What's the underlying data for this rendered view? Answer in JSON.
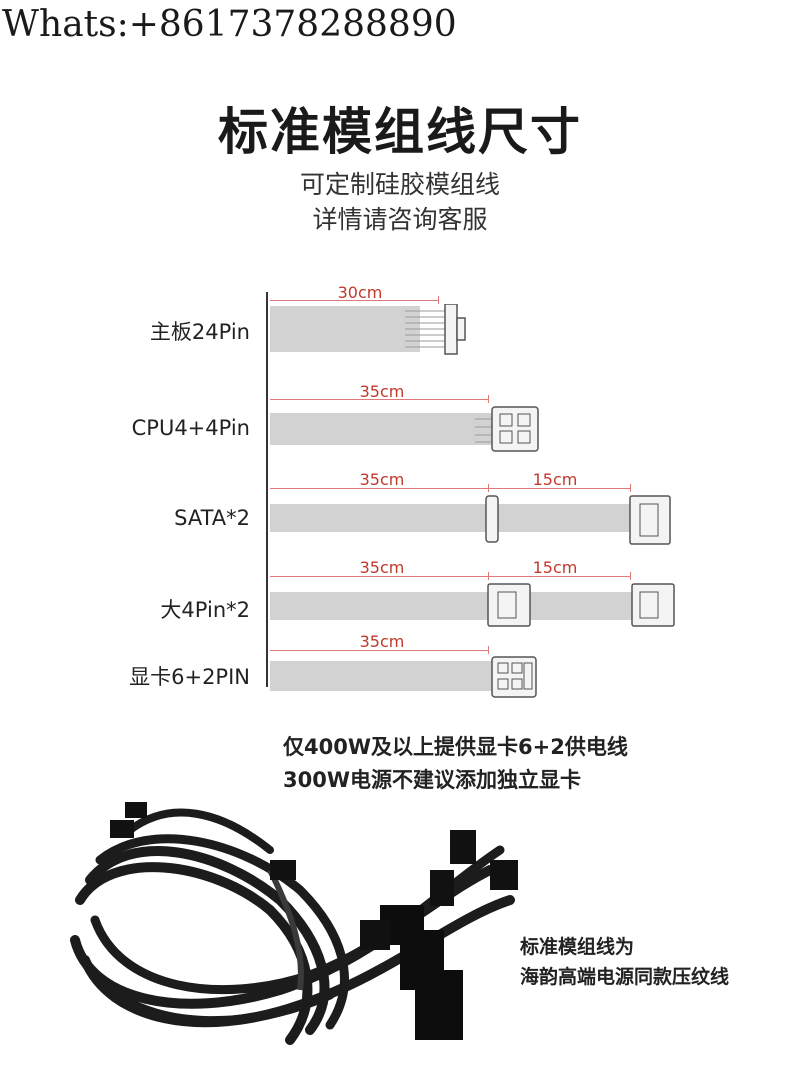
{
  "watermark": "Whats:+8617378288890",
  "title": "标准模组线尺寸",
  "subtitle_lines": [
    "可定制硅胶模组线",
    "详情请咨询客服"
  ],
  "cables": [
    {
      "label": "主板24Pin",
      "dims": [
        "30cm"
      ]
    },
    {
      "label": "CPU4+4Pin",
      "dims": [
        "35cm"
      ]
    },
    {
      "label": "SATA*2",
      "dims": [
        "35cm",
        "15cm"
      ]
    },
    {
      "label": "大4Pin*2",
      "dims": [
        "35cm",
        "15cm"
      ]
    },
    {
      "label": "显卡6+2PIN",
      "dims": [
        "35cm"
      ]
    }
  ],
  "notes": [
    "仅400W及以上提供显卡6+2供电线",
    "300W电源不建议添加独立显卡"
  ],
  "photo_caption": [
    "标准模组线为",
    "海韵高端电源同款压纹线"
  ],
  "colors": {
    "dimension": "#c0392b",
    "cable": "#d2d2d2",
    "text": "#222222"
  }
}
